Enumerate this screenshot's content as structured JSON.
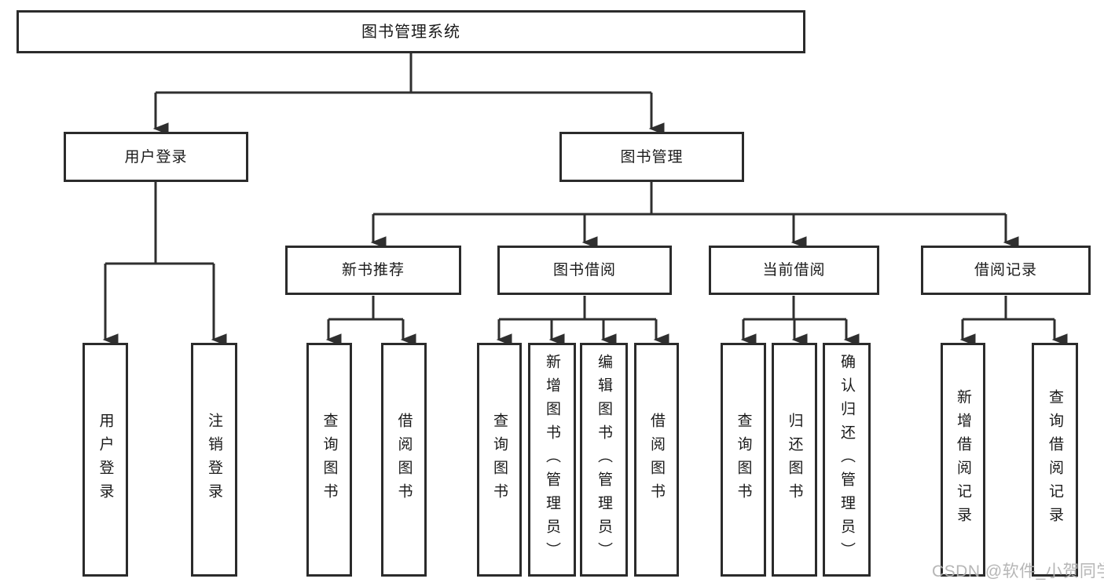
{
  "diagram": {
    "title": "图书管理系统",
    "root": {
      "label": "图书管理系统"
    },
    "branches": [
      {
        "label": "用户登录",
        "children": [
          "用户登录",
          "注销登录"
        ]
      },
      {
        "label": "图书管理",
        "sections": [
          {
            "label": "新书推荐",
            "children": [
              "查询图书",
              "借阅图书"
            ]
          },
          {
            "label": "图书借阅",
            "children": [
              "查询图书",
              "新增图书（管理员）",
              "编辑图书（管理员）",
              "借阅图书"
            ]
          },
          {
            "label": "当前借阅",
            "children": [
              "查询图书",
              "归还图书",
              "确认归还（管理员）"
            ]
          },
          {
            "label": "借阅记录",
            "children": [
              "新增借阅记录",
              "查询借阅记录"
            ]
          }
        ]
      }
    ]
  },
  "watermark": {
    "text": "CSDN @软件_小贺同学"
  },
  "colors": {
    "line": "#2f2f2f",
    "box_border": "#2b2b2b",
    "text": "#1a1a1a",
    "watermark": "#b2b2b2",
    "background": "#ffffff"
  }
}
